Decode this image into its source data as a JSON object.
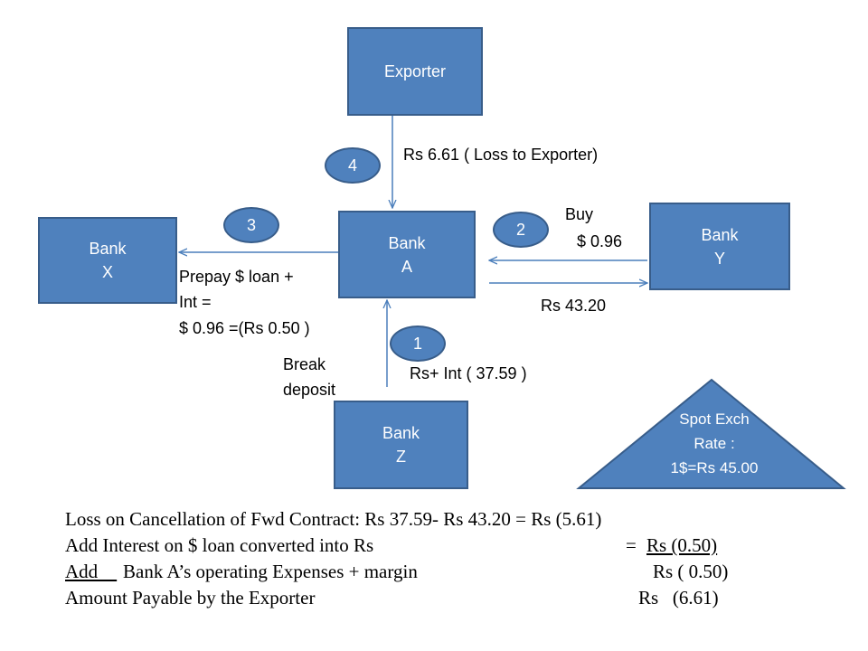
{
  "nodes": {
    "exporter": "Exporter",
    "bank_a": [
      "Bank",
      "A"
    ],
    "bank_x": [
      "Bank",
      "X"
    ],
    "bank_y": [
      "Bank",
      "Y"
    ],
    "bank_z": [
      "Bank",
      "Z"
    ]
  },
  "steps": [
    "1",
    "2",
    "3",
    "4"
  ],
  "labels": {
    "loss_to_exporter": "Rs 6.61 ( Loss to Exporter)",
    "buy": "Buy",
    "buy_amount": "$ 0.96",
    "rs_43": "Rs 43.20",
    "prepay_1": "Prepay $ loan +",
    "prepay_2": "Int =",
    "prepay_3": "$ 0.96 =(Rs 0.50 )",
    "break_1": "Break",
    "break_2": "deposit",
    "rs_int": "Rs+ Int ( 37.59 )"
  },
  "spot": {
    "line1": "Spot Exch",
    "line2": "Rate :",
    "line3": "1$=Rs 45.00"
  },
  "summary": [
    {
      "label": "Loss  on Cancellation of Fwd Contract: Rs 37.59- Rs 43.20 = Rs (5.61)",
      "value": ""
    },
    {
      "label": "Add   Interest on $ loan converted into Rs",
      "eq": "= ",
      "value": "Rs (0.50)"
    },
    {
      "label_u": "Add    ",
      "label": " Bank A’s operating Expenses + margin",
      "value": "Rs ( 0.50)"
    },
    {
      "label": "Amount Payable by the  Exporter",
      "value": "Rs   (6.61)"
    }
  ]
}
